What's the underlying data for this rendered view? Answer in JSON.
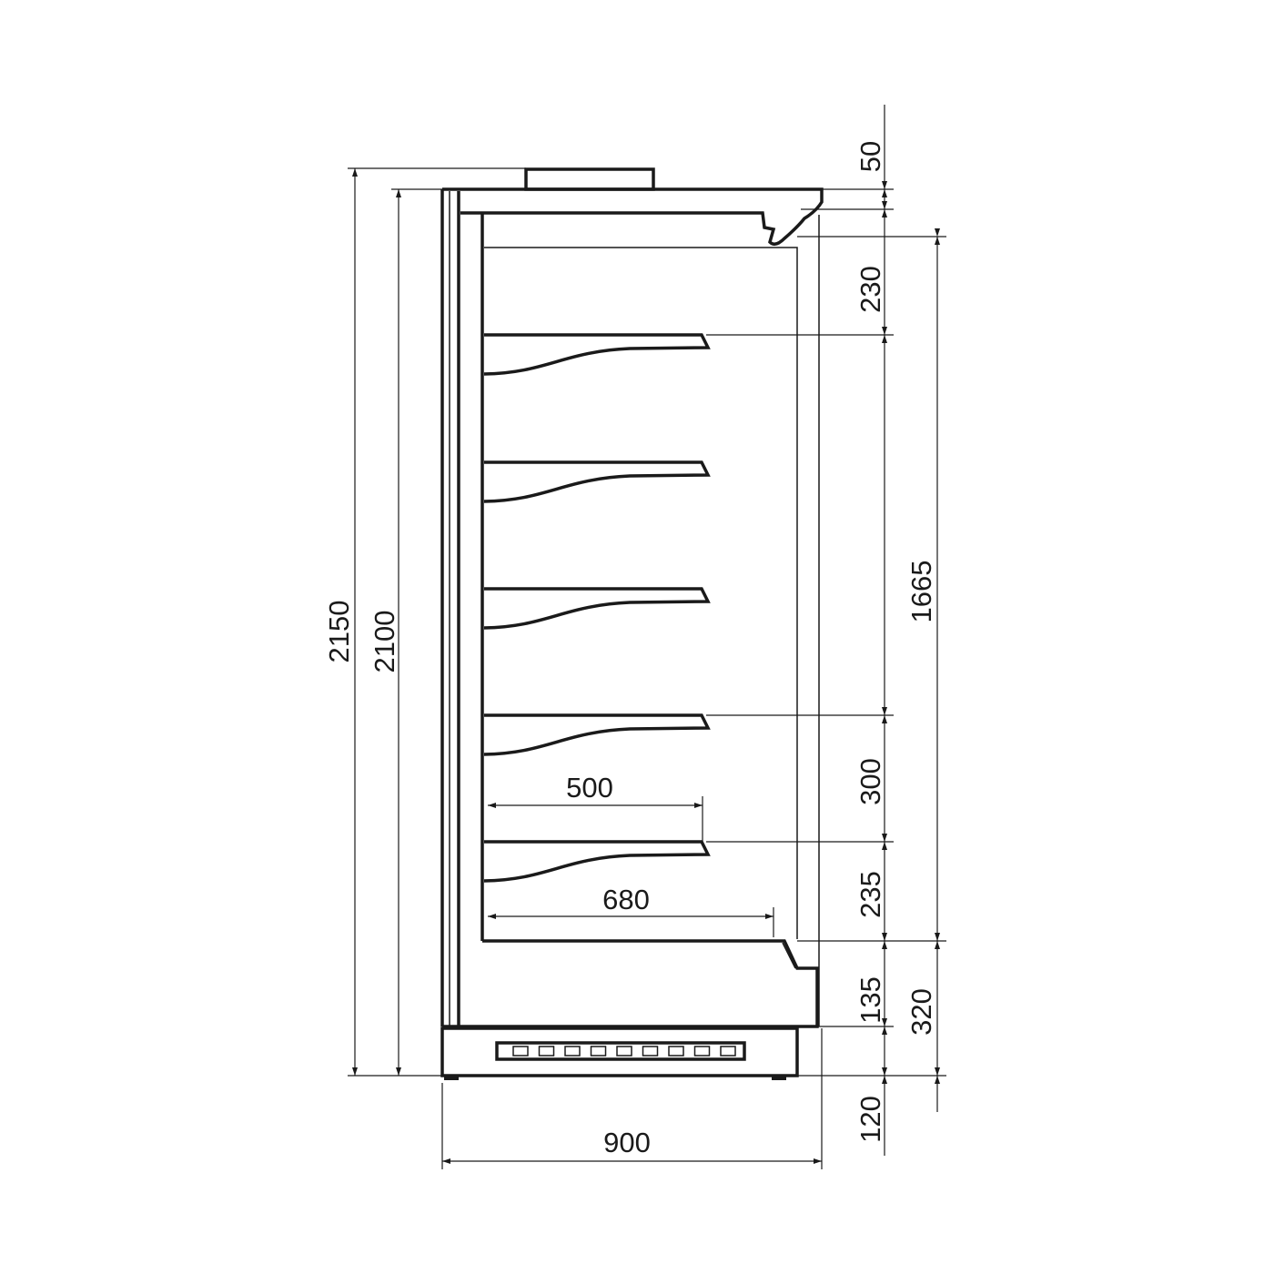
{
  "dimensions": {
    "total_height": "2150",
    "body_height": "2100",
    "depth": "900",
    "shelf_depth": "500",
    "base_depth": "680",
    "top_unit": "50",
    "canopy": "230",
    "display_height": "1665",
    "shelf_gap": "300",
    "lower_gap": "235",
    "front_bumper": "135",
    "plinth": "120",
    "front_height": "320"
  },
  "colors": {
    "line": "#1a1a1a",
    "background": "#ffffff"
  }
}
